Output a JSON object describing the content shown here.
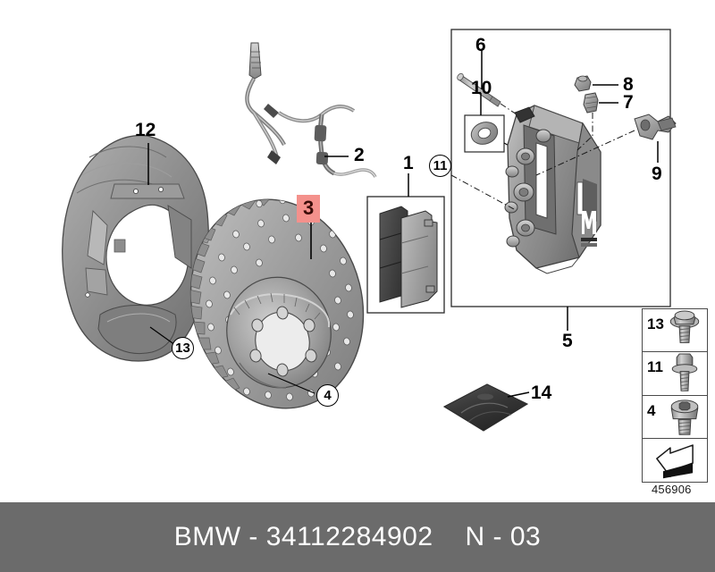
{
  "document": {
    "type": "parts-diagram",
    "diagram_number": "456906",
    "background_color": "#ffffff"
  },
  "footer": {
    "background_color": "#6b6b6b",
    "text_color": "#ffffff",
    "part_label": "BMW - 34112284902",
    "group_label": "N - 03"
  },
  "highlight": {
    "color": "#f4918c",
    "text_color": "#3b0c08",
    "item": "3"
  },
  "callouts": [
    {
      "id": "c12",
      "label": "12",
      "style": "plain",
      "part": "brake-dust-shield"
    },
    {
      "id": "c13a",
      "label": "13",
      "style": "circled",
      "part": "dust-shield-bolt"
    },
    {
      "id": "c2",
      "label": "2",
      "style": "plain",
      "part": "brake-pad-wear-sensor"
    },
    {
      "id": "c3",
      "label": "3",
      "style": "highlight",
      "part": "brake-disc"
    },
    {
      "id": "c4a",
      "label": "4",
      "style": "circled",
      "part": "brake-disc-bolt"
    },
    {
      "id": "c1",
      "label": "1",
      "style": "plain",
      "part": "brake-pad-set"
    },
    {
      "id": "c11a",
      "label": "11",
      "style": "circled",
      "part": "caliper-bolt"
    },
    {
      "id": "c6",
      "label": "6",
      "style": "plain",
      "part": "guide-pin"
    },
    {
      "id": "c10",
      "label": "10",
      "style": "plain",
      "part": "seal-ring"
    },
    {
      "id": "c8",
      "label": "8",
      "style": "plain",
      "part": "bleeder-valve"
    },
    {
      "id": "c7",
      "label": "7",
      "style": "plain",
      "part": "bleeder-cap"
    },
    {
      "id": "c9",
      "label": "9",
      "style": "plain",
      "part": "brake-hose-bracket"
    },
    {
      "id": "c5",
      "label": "5",
      "style": "plain",
      "part": "brake-caliper"
    },
    {
      "id": "c14",
      "label": "14",
      "style": "plain",
      "part": "grease-sachet"
    }
  ],
  "legend": {
    "items": [
      {
        "number": "13",
        "art": "flange-bolt"
      },
      {
        "number": "11",
        "art": "hex-bolt-long"
      },
      {
        "number": "4",
        "art": "socket-bolt"
      },
      {
        "number": "",
        "art": "direction-arrow"
      }
    ]
  }
}
